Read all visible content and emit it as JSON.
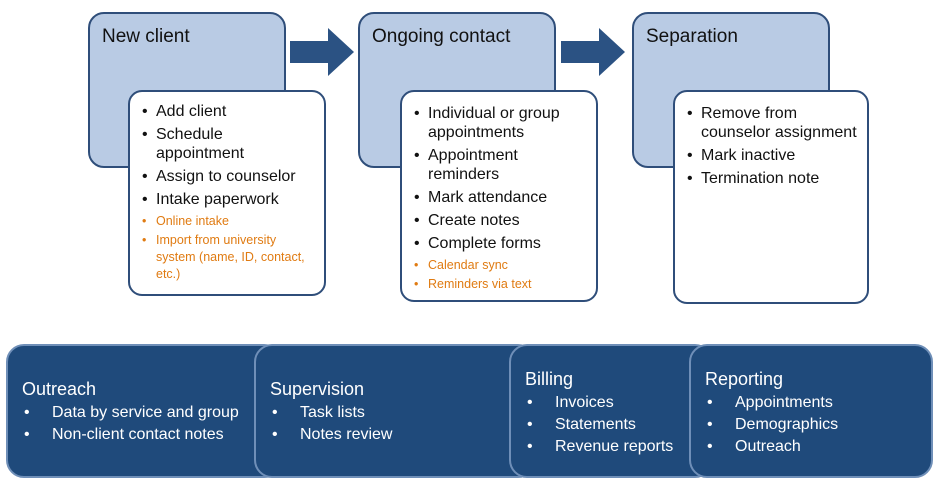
{
  "stages": [
    {
      "title": "New client",
      "items": [
        "Add client",
        "Schedule appointment",
        "Assign to counselor",
        "Intake paperwork"
      ],
      "sub_items": [
        "Online intake",
        "Import from university system (name, ID, contact, etc.)"
      ]
    },
    {
      "title": "Ongoing contact",
      "items": [
        "Individual or group appointments",
        "Appointment reminders",
        "Mark attendance",
        "Create notes",
        "Complete forms"
      ],
      "sub_items": [
        "Calendar sync",
        "Reminders via text"
      ]
    },
    {
      "title": "Separation",
      "items": [
        "Remove from counselor assignment",
        "Mark inactive",
        "Termination note"
      ],
      "sub_items": []
    }
  ],
  "bottom": [
    {
      "title": "Outreach",
      "items": [
        "Data by service and group",
        "Non-client contact notes"
      ]
    },
    {
      "title": "Supervision",
      "items": [
        "Task lists",
        "Notes review"
      ]
    },
    {
      "title": "Billing",
      "items": [
        "Invoices",
        "Statements",
        "Revenue reports"
      ]
    },
    {
      "title": "Reporting",
      "items": [
        "Appointments",
        "Demographics",
        "Outreach"
      ]
    }
  ],
  "colors": {
    "stage_fill": "#b9cbe4",
    "stage_border": "#2f4e7a",
    "arrow": "#2b5283",
    "bar_fill": "#1f4a7b",
    "highlight_text": "#e07b12"
  }
}
